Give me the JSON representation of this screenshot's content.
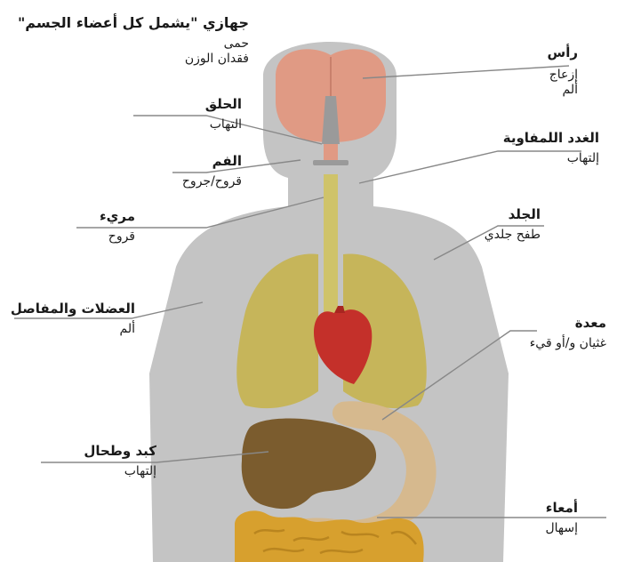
{
  "title": "جهازي \"يشمل كل أعضاء الجسم\"",
  "title_symptoms": [
    "حمى",
    "فقدان الوزن"
  ],
  "labels": {
    "head": {
      "title": "رأس",
      "symptoms": [
        "إزعاج",
        "ألم"
      ]
    },
    "throat": {
      "title": "الحلق",
      "symptoms": [
        "التهاب"
      ]
    },
    "tonsils": {
      "title": "الغدد اللمفاوية",
      "symptoms": [
        "إلتهاب"
      ]
    },
    "mouth": {
      "title": "الفم",
      "symptoms": [
        "قروح/جروح"
      ]
    },
    "esophagus": {
      "title": "مريء",
      "symptoms": [
        "قروح"
      ]
    },
    "skin": {
      "title": "الجلد",
      "symptoms": [
        "طفح جلدي"
      ]
    },
    "muscles": {
      "title": "العضلات والمفاصل",
      "symptoms": [
        "ألم"
      ]
    },
    "stomach": {
      "title": "معدة",
      "symptoms": [
        "غثيان و/أو قيء"
      ]
    },
    "liver": {
      "title": "كبد وطحال",
      "symptoms": [
        "إلتهاب"
      ]
    },
    "intestines": {
      "title": "أمعاء",
      "symptoms": [
        "إسهال"
      ]
    }
  },
  "colors": {
    "body": "#c4c4c4",
    "brain": "#e09a84",
    "lungs": "#c6b55a",
    "heart": "#c4302a",
    "esophagus": "#cfc36a",
    "stomach": "#d6b98e",
    "liver": "#7b5c2e",
    "intestines": "#d7a02e",
    "leader_lines": "#888888"
  }
}
